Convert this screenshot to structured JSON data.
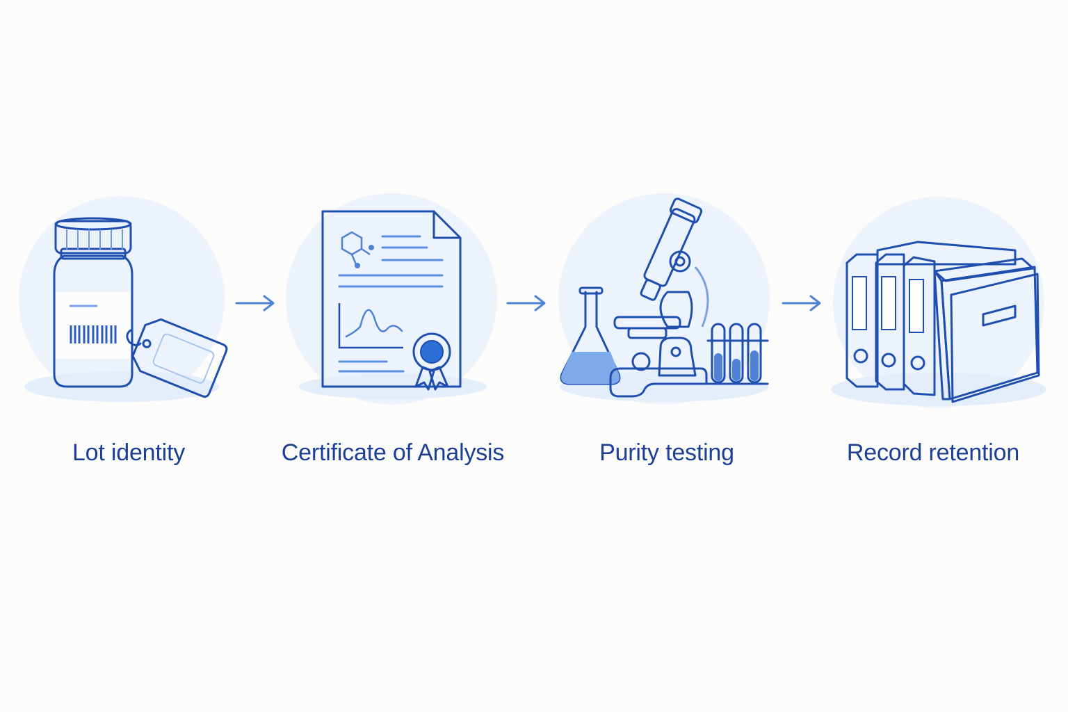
{
  "steps": [
    {
      "label": "Lot identity",
      "icon": "pill-bottle-with-tag-icon"
    },
    {
      "label": "Certificate of Analysis",
      "icon": "certificate-document-icon"
    },
    {
      "label": "Purity testing",
      "icon": "microscope-lab-icon"
    },
    {
      "label": "Record retention",
      "icon": "binders-archive-icon"
    }
  ],
  "colors": {
    "primary": "#1f4fae",
    "label": "#1c3f95",
    "accent": "#4d82d6",
    "fill_light": "#e9f0fb",
    "background": "#fcfcfa"
  }
}
